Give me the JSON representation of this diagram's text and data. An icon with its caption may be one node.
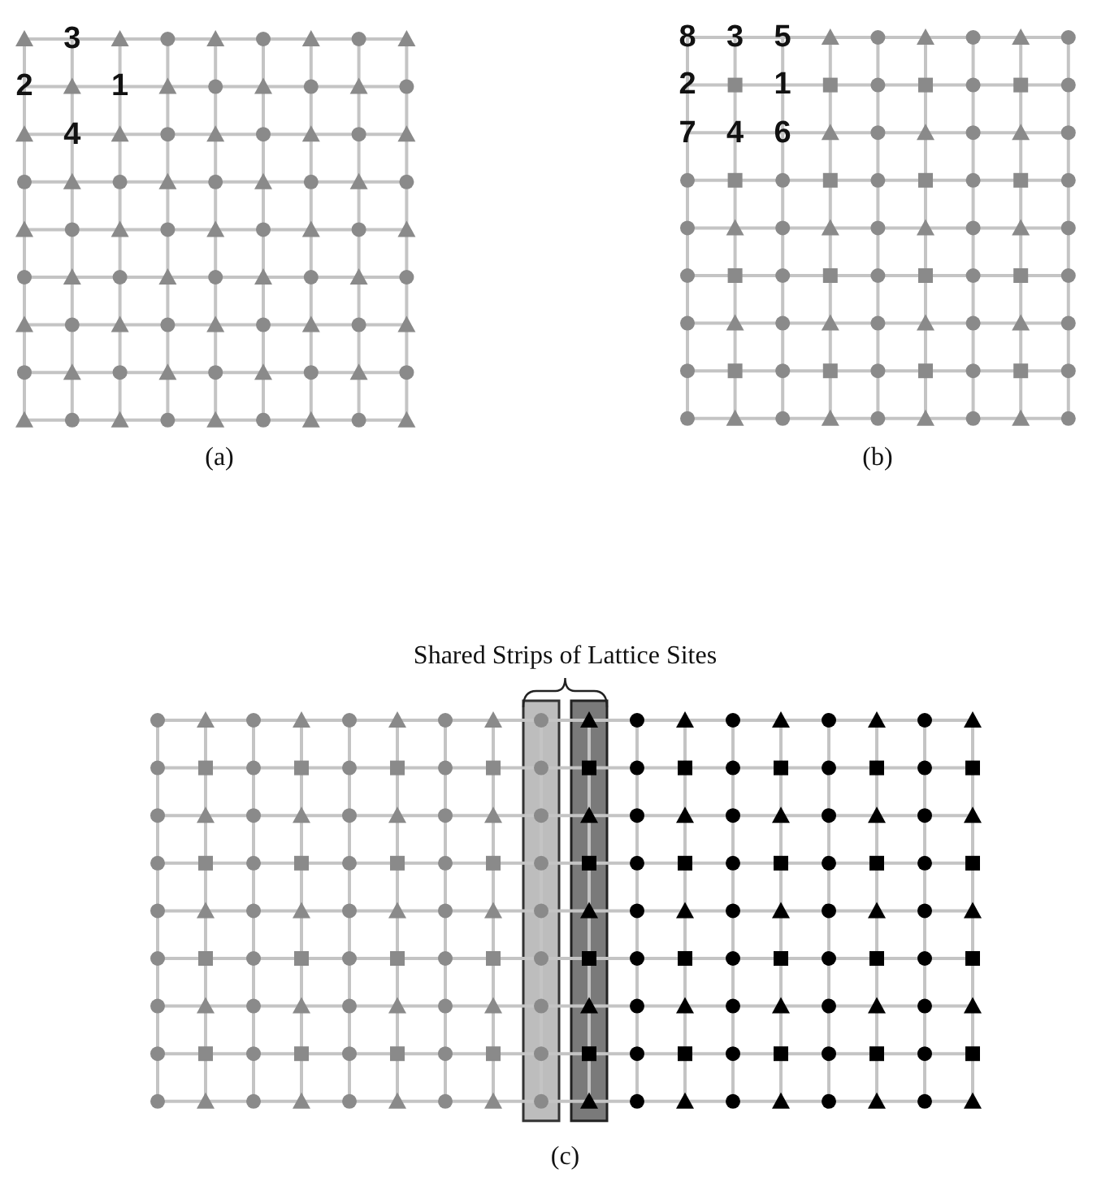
{
  "diagram": {
    "labels": [
      "3",
      "2",
      "1",
      "4",
      "8",
      "3",
      "5",
      "2",
      "1",
      "7",
      "4",
      "6",
      "(a)",
      "(b)",
      "Shared Strips of Lattice Sites",
      "(c)"
    ]
  }
}
